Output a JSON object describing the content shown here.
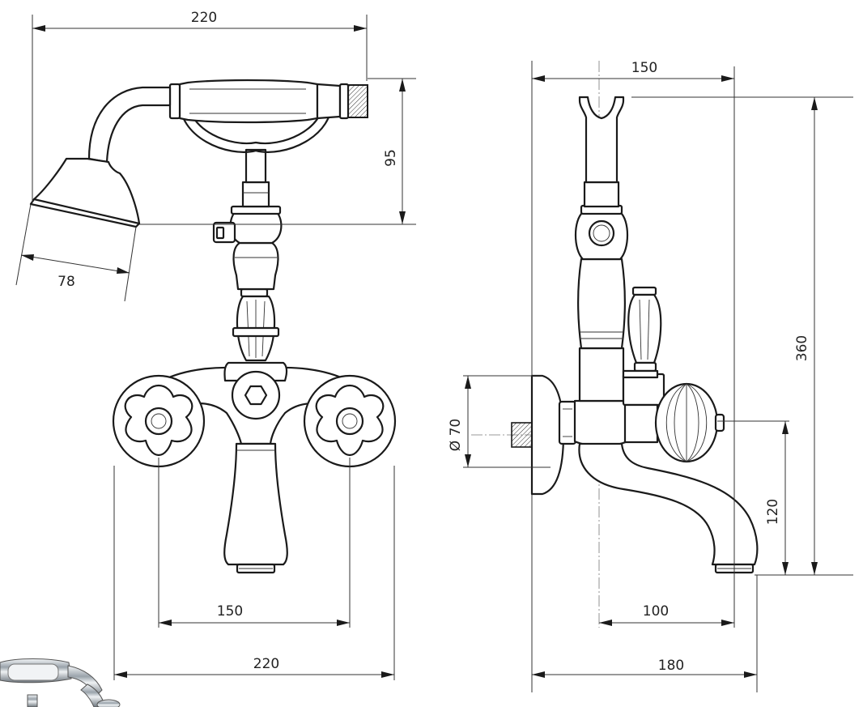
{
  "dimensions": {
    "front_total_width": "220",
    "hand_shower_height": "95",
    "shower_head_width": "78",
    "front_handle_spacing": "150",
    "front_base_width": "220",
    "side_holder_width": "150",
    "side_total_height": "360",
    "side_escutcheon_diameter": "Ø 70",
    "side_spout_height": "120",
    "side_spout_reach": "100",
    "side_total_depth": "180"
  },
  "photo": {
    "icon": "chrome-faucet-photo"
  }
}
